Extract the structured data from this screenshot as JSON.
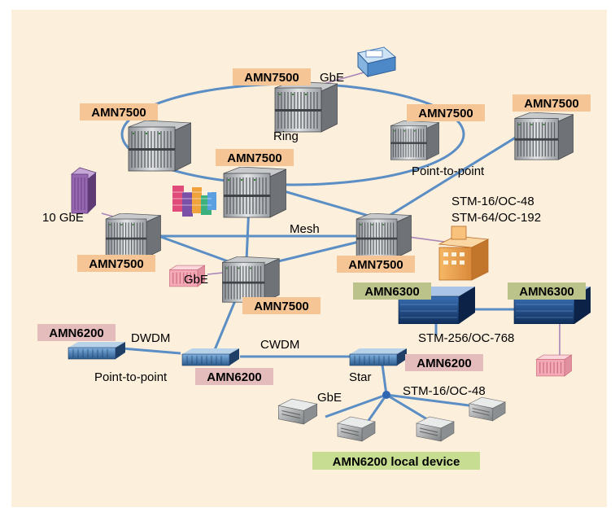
{
  "colors": {
    "background": "#fcefdc",
    "link_blue": "#5b8ec4",
    "link_purple": "#a884b8",
    "label_orange": "#f5c596",
    "label_olive": "#bcc38a",
    "label_pink": "#e4bcbc",
    "label_green": "#c6dd92"
  },
  "nodes": {
    "ring_top": "AMN7500",
    "ring_left": "AMN7500",
    "ring_right": "AMN7500",
    "ptp_top_right": "AMN7500",
    "mesh_top": "AMN7500",
    "mesh_left": "AMN7500",
    "mesh_right": "AMN7500",
    "mesh_bottom": "AMN7500",
    "amn6300_left": "AMN6300",
    "amn6300_right": "AMN6300",
    "amn6200_far_left": "AMN6200",
    "amn6200_mid": "AMN6200",
    "amn6200_star": "AMN6200",
    "local_device": "AMN6200 local device"
  },
  "labels": {
    "gbe_top": "GbE",
    "ring": "Ring",
    "point_to_point_top": "Point-to-point",
    "stm16_oc48_top": "STM-16/OC-48",
    "stm64_oc192": "STM-64/OC-192",
    "ten_gbe": "10 GbE",
    "mesh": "Mesh",
    "gbe_mid": "GbE",
    "stm256_oc768": "STM-256/OC-768",
    "dwdm": "DWDM",
    "cwdm": "CWDM",
    "point_to_point_bottom": "Point-to-point",
    "star": "Star",
    "stm16_oc48_bottom": "STM-16/OC-48",
    "gbe_bottom": "GbE"
  },
  "icons": {
    "network_equipment": "rack-chassis-icon",
    "compact_equipment": "blade-unit-icon",
    "local_device": "local-device-icon",
    "building": "building-icon",
    "server": "server-icon",
    "router": "router-icon",
    "office_buildings": "office-buildings-icon"
  }
}
